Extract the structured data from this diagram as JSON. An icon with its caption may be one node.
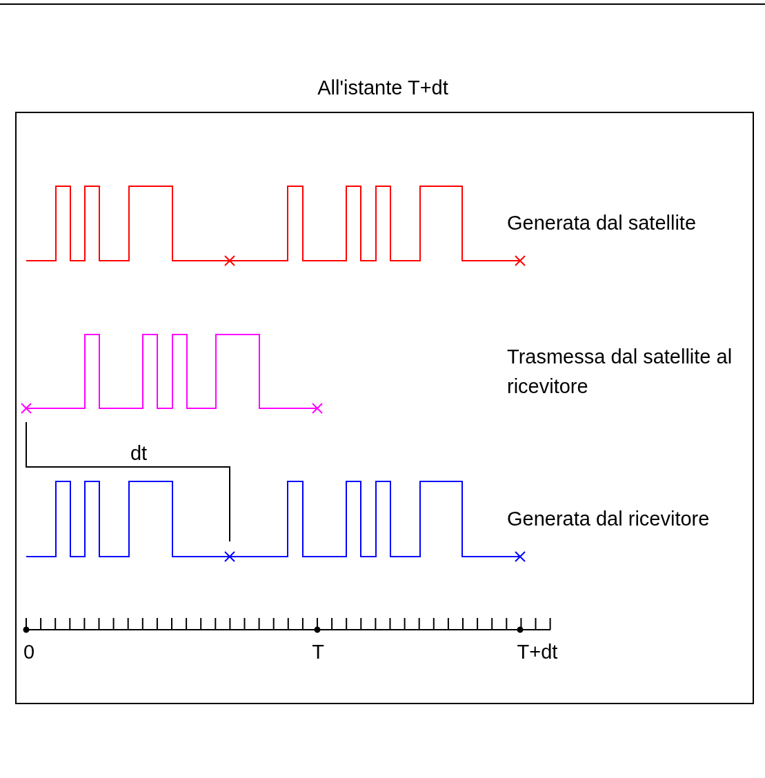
{
  "diagram": {
    "title": "All'istante T+dt",
    "labels": [
      "Generata dal satellite",
      "Trasmessa dal satellite al ricevitore",
      "Generata dal ricevitore",
      "dt",
      "0",
      "T",
      "T+dt"
    ]
  }
}
